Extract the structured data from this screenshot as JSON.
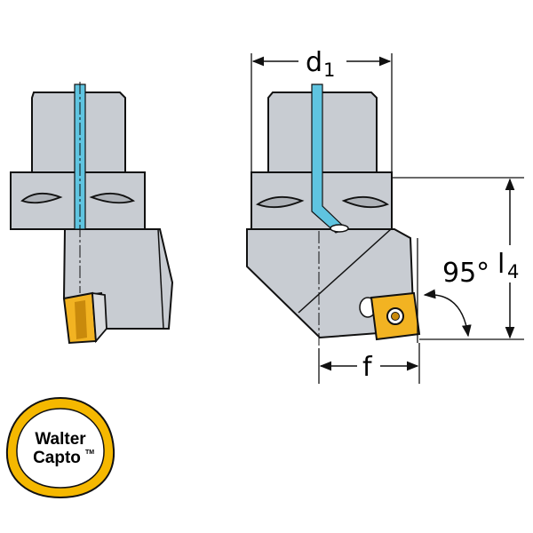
{
  "labels": {
    "d1_main": "d",
    "d1_sub": "1",
    "l4_main": "l",
    "l4_sub": "4",
    "f": "f",
    "angle": "95°"
  },
  "logo": {
    "line1": "Walter",
    "line2": "Capto",
    "trademark": "TM"
  },
  "colors": {
    "body": "#c8ccd2",
    "body_dark": "#aeb2b8",
    "coolant": "#5fc4e0",
    "insert": "#f2b322",
    "insert_dark": "#c98a0c",
    "outline": "#111111",
    "logo_ring": "#f5b800"
  }
}
